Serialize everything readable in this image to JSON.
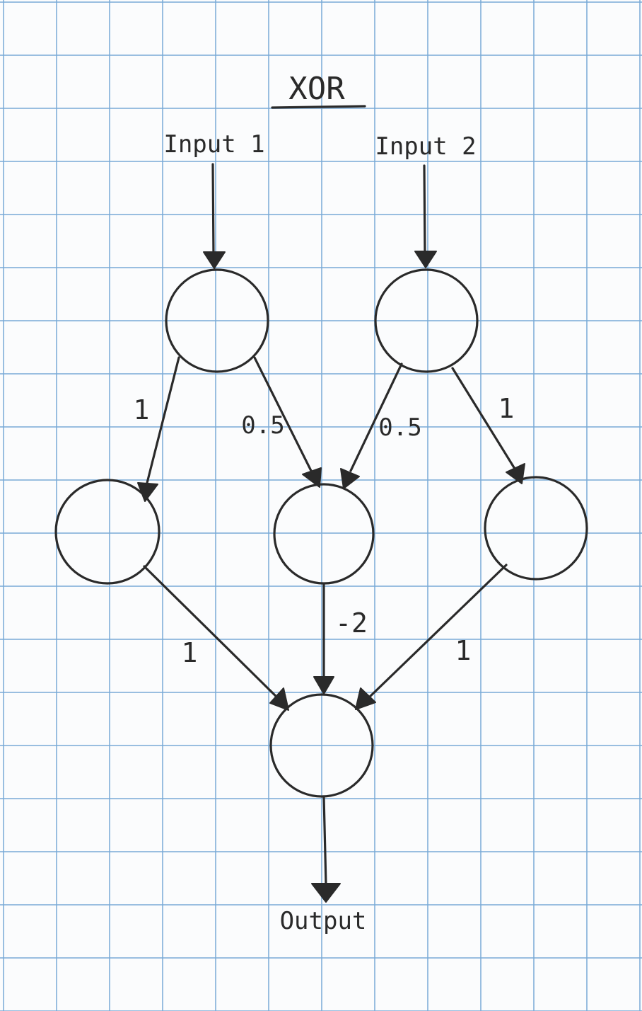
{
  "title": "XOR",
  "inputs": [
    "Input 1",
    "Input 2"
  ],
  "output": "Output",
  "weights": {
    "input1_to_left": "1",
    "input1_to_middle": "0.5",
    "input2_to_middle": "0.5",
    "input2_to_right": "1",
    "left_to_output": "1",
    "middle_to_output": "-2",
    "right_to_output": "1"
  },
  "colors": {
    "ink": "#2a2a2a",
    "grid": "#78aad7",
    "paper": "#fbfcfd"
  }
}
